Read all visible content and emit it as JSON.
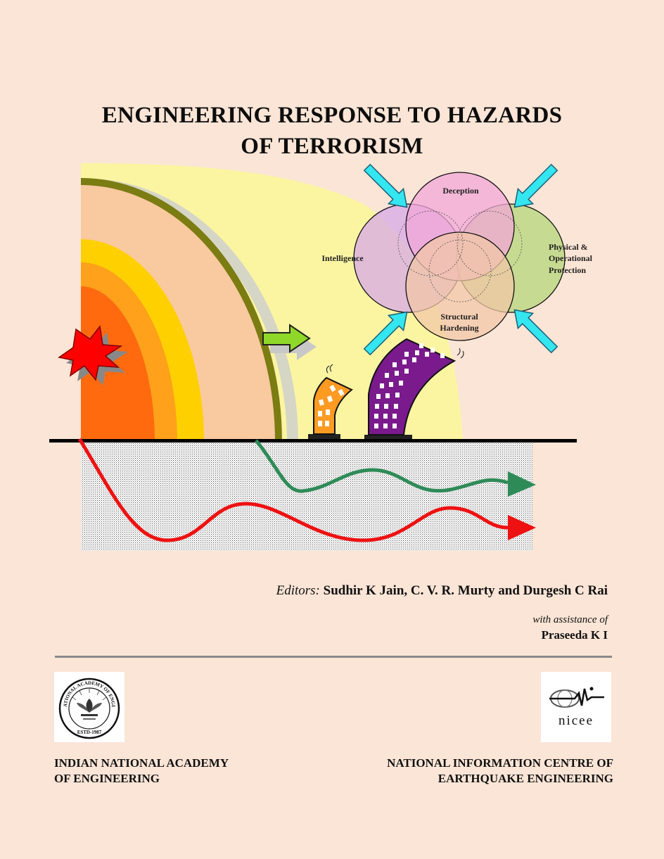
{
  "title": {
    "line1": "ENGINEERING RESPONSE TO HAZARDS",
    "line2": "OF TERRORISM"
  },
  "diagram": {
    "circles": [
      {
        "label": "Deception",
        "color": "#f2a7d8"
      },
      {
        "label": "Intelligence",
        "color": "#d7a8e8"
      },
      {
        "label_lines": [
          "Physical &",
          "Operational",
          "Protection"
        ],
        "color": "#b5d67a"
      },
      {
        "label_lines": [
          "Structural",
          "Hardening"
        ],
        "color": "#f1c7a7"
      }
    ],
    "colors": {
      "blast_zone": "#fbf5a2",
      "outer_shell": "#f9c9a0",
      "ring_yellow": "#ffd000",
      "ring_orange": "#ffa11a",
      "core": "#ff6a0f",
      "shock_front": "#7b7c12",
      "explosion": "#ff0000",
      "arrow_in": "#33e6f0",
      "ground": "#000000",
      "wave_green": "#2e8b57",
      "wave_red": "#ee1111",
      "building_small": "#ff9a22",
      "building_tall": "#7a1a8c",
      "push_arrow": "#8fd82a"
    }
  },
  "credits": {
    "editors_label": "Editors:",
    "editors_names": "Sudhir K Jain, C. V. R. Murty and Durgesh C Rai",
    "assistance_label": "with assistance of",
    "assistant_name": "Praseeda K I"
  },
  "organizations": {
    "left": {
      "line1": "INDIAN NATIONAL ACADEMY",
      "line2": "OF ENGINEERING",
      "seal_text_top": "INDIAN NATIONAL ACADEMY OF ENGINEERING",
      "seal_text_bottom": "ESTD-1987"
    },
    "right": {
      "line1": "NATIONAL INFORMATION CENTRE OF",
      "line2": "EARTHQUAKE ENGINEERING",
      "logo_text": "nicee"
    }
  }
}
